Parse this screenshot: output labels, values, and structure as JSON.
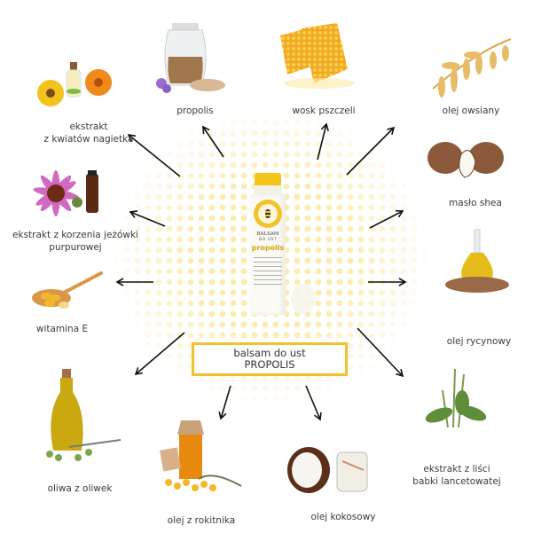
{
  "center": {
    "title_line1": "balsam do ust",
    "title_line2": "PROPOLIS",
    "product": {
      "brand_line1": "BALSAM",
      "brand_line2": "DO UST",
      "name": "propolis"
    }
  },
  "colors": {
    "accent": "#f2c12e",
    "halftone": "#fadc6e",
    "arrow": "#111111",
    "text": "#3a3a3a"
  },
  "ingredients": [
    {
      "id": "nagietek",
      "label_lines": [
        "ekstrakt",
        "z kwiatów nagietka"
      ],
      "icon": "calendula-oil-icon"
    },
    {
      "id": "propolis",
      "label_lines": [
        "propolis"
      ],
      "icon": "propolis-jar-icon"
    },
    {
      "id": "wosk",
      "label_lines": [
        "wosk pszczeli"
      ],
      "icon": "honeycomb-icon"
    },
    {
      "id": "owies",
      "label_lines": [
        "olej owsiany"
      ],
      "icon": "oat-icon"
    },
    {
      "id": "jezowka",
      "label_lines": [
        "ekstrakt z korzenia jeżówki",
        "purpurowej"
      ],
      "icon": "echinacea-icon"
    },
    {
      "id": "shea",
      "label_lines": [
        "masło shea"
      ],
      "icon": "shea-nut-icon"
    },
    {
      "id": "witaminaE",
      "label_lines": [
        "witamina E"
      ],
      "icon": "vitamin-e-spoon-icon"
    },
    {
      "id": "rycynowy",
      "label_lines": [
        "olej rycynowy"
      ],
      "icon": "castor-oil-icon"
    },
    {
      "id": "oliwa",
      "label_lines": [
        "oliwa z oliwek"
      ],
      "icon": "olive-oil-icon"
    },
    {
      "id": "babka",
      "label_lines": [
        "ekstrakt z liści",
        "babki lancetowatej"
      ],
      "icon": "plantain-icon"
    },
    {
      "id": "rokitnik",
      "label_lines": [
        "olej z rokitnika"
      ],
      "icon": "sea-buckthorn-icon"
    },
    {
      "id": "kokos",
      "label_lines": [
        "olej kokosowy"
      ],
      "icon": "coconut-icon"
    }
  ]
}
